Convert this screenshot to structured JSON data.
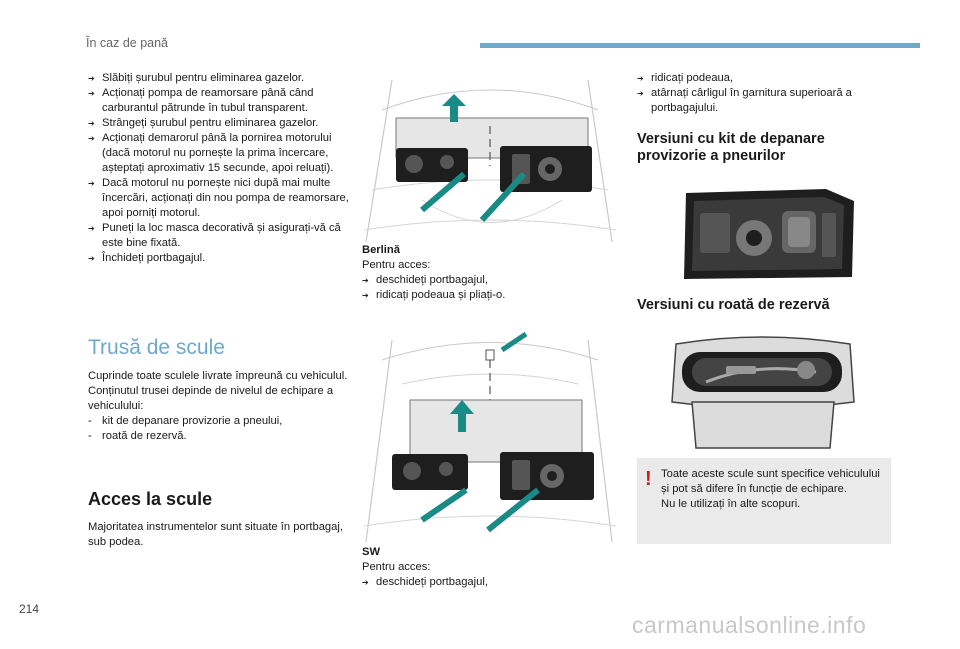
{
  "header": {
    "title": "În caz de pană"
  },
  "col1": {
    "steps": [
      "Slăbiți șurubul pentru eliminarea gazelor.",
      "Acționați pompa de reamorsare până când carburantul pătrunde în tubul transparent.",
      "Strângeți șurubul pentru eliminarea gazelor.",
      "Acționați demarorul până la pornirea motorului (dacă motorul nu pornește la prima încercare, așteptați aproximativ 15 secunde, apoi reluați).",
      "Dacă motorul nu pornește nici după mai multe încercări, acționați din nou pompa de reamorsare, apoi porniți motorul.",
      "Puneți la loc masca decorativă și asigurați-vă că este bine fixată.",
      "Închideți portbagajul."
    ],
    "trusa": {
      "title": "Trusă de scule",
      "intro1": "Cuprinde toate sculele livrate împreună cu vehiculul.",
      "intro2": "Conținutul trusei depinde de nivelul de echipare a vehiculului:",
      "items": [
        "kit de depanare provizorie a pneului,",
        "roată de rezervă."
      ]
    },
    "acces": {
      "title": "Acces la scule",
      "text": "Majoritatea instrumentelor sunt situate în portbagaj, sub podea."
    }
  },
  "col2": {
    "berlina": {
      "label": "Berlină",
      "intro": "Pentru acces:",
      "steps": [
        "deschideți portbagajul,",
        "ridicați podeaua și pliați-o."
      ]
    },
    "sw": {
      "label": "SW",
      "intro": "Pentru acces:",
      "steps": [
        "deschideți portbagajul,"
      ]
    }
  },
  "col3": {
    "steps": [
      "ridicați podeaua,",
      "atârnați cârligul în garnitura superioară a portbagajului."
    ],
    "kit_title": "Versiuni cu kit de depanare provizorie a pneurilor",
    "roata_title": "Versiuni cu roată de rezervă",
    "warning": {
      "icon": "!",
      "line1": "Toate aceste scule sunt specifice vehiculului și pot să difere în funcție de echipare.",
      "line2": "Nu le utilizați în alte scopuri."
    }
  },
  "colors": {
    "accent": "#6ea9c9",
    "warning": "#d41a1a",
    "arrow": "#1a8a86"
  },
  "footer": {
    "page_number": "214",
    "watermark": "carmanualsonline.info"
  }
}
